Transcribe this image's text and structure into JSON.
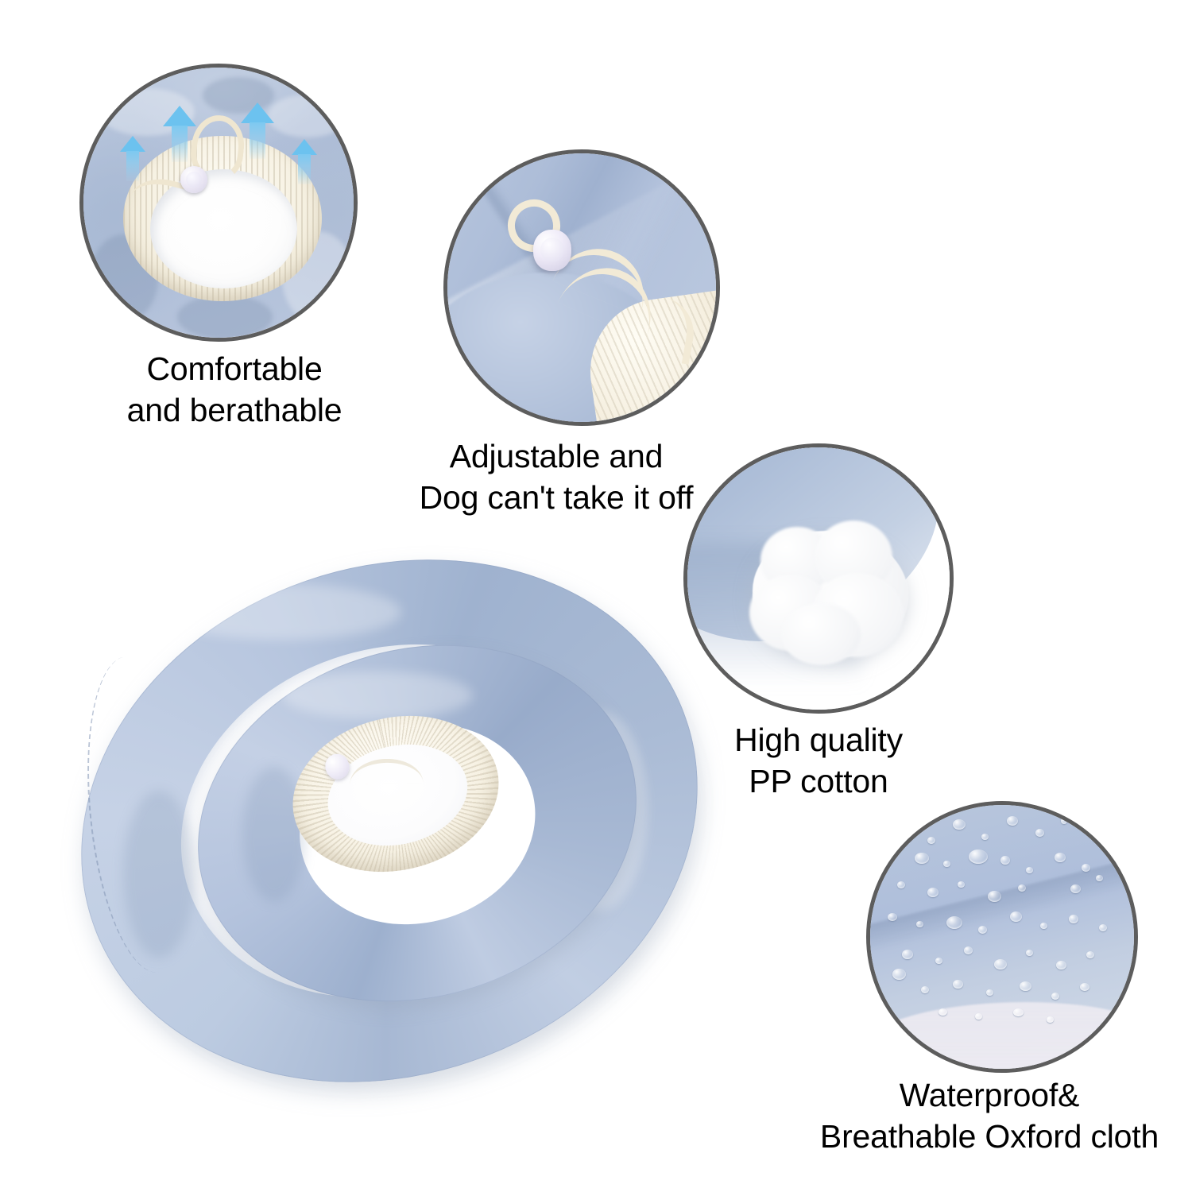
{
  "product": {
    "name": "inflatable-donut-pet-recovery-collar",
    "primary_color": "#aebed8",
    "accent_color": "#f5efe0",
    "outline_color": "#5d5d5d",
    "arrow_color": "#6cc2ef"
  },
  "features": [
    {
      "id": "breathable",
      "caption": "Comfortable\nand berathable",
      "icon": "air-flow-arrows-icon",
      "detail": "collar-top-view-with-airflow-arrows"
    },
    {
      "id": "adjustable",
      "caption": "Adjustable and\nDog can't take it off",
      "icon": "drawstring-toggle-icon",
      "detail": "drawstring-cord-lock-closeup"
    },
    {
      "id": "cotton",
      "caption": "High quality\nPP cotton",
      "icon": "cotton-puff-icon",
      "detail": "pp-cotton-filling-closeup"
    },
    {
      "id": "waterproof",
      "caption": "Waterproof&\nBreathable Oxford cloth",
      "icon": "water-droplets-icon",
      "detail": "oxford-cloth-water-beading-closeup"
    }
  ],
  "hero": {
    "label": "donut-recovery-collar-full-view"
  }
}
